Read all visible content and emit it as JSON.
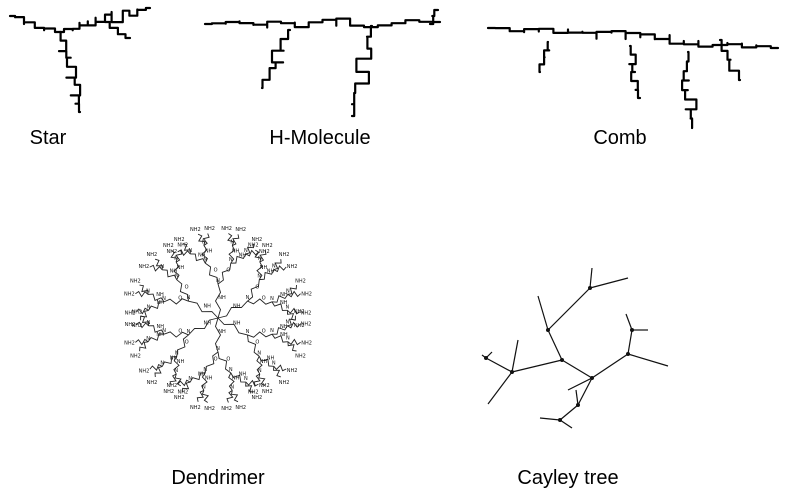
{
  "figures": {
    "star": {
      "label": "Star"
    },
    "h_molecule": {
      "label": "H-Molecule"
    },
    "comb": {
      "label": "Comb"
    },
    "dendrimer": {
      "label": "Dendrimer",
      "atom_labels": [
        "NH2",
        "NH",
        "N",
        "O"
      ]
    },
    "cayley_tree": {
      "label": "Cayley tree"
    }
  },
  "colors": {
    "ink": "#000000",
    "background": "#ffffff"
  }
}
